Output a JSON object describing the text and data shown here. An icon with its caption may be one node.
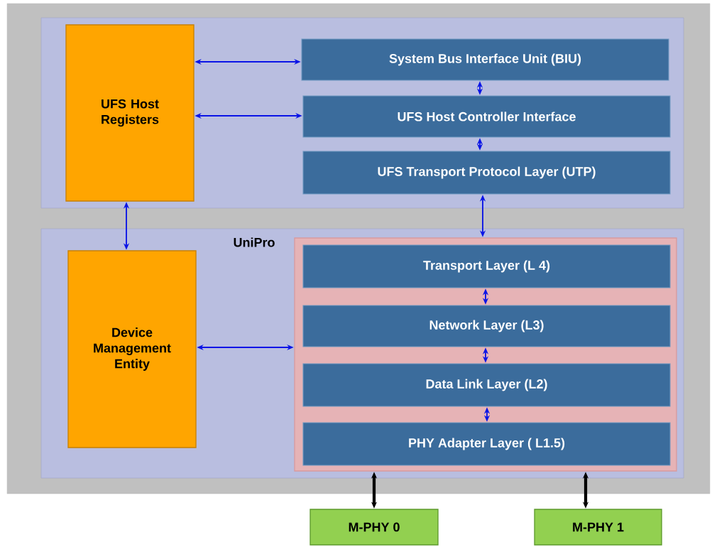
{
  "diagram": {
    "nodes": [
      {
        "text": [],
        "shape": "box"
      },
      {
        "text": [],
        "shape": "box",
        "in": 0
      },
      {
        "text": [
          "UFS Host Registers"
        ],
        "in": 1
      },
      {
        "text": [
          "System Bus Interface Unit (BIU)"
        ],
        "in": 1
      },
      {
        "text": [
          "UFS Host Controller Interface"
        ],
        "in": 1
      },
      {
        "text": [
          "UFS Transport Protocol Layer (UTP)"
        ],
        "in": 1
      },
      {
        "text": [],
        "shape": "box",
        "in": 0
      },
      {
        "text": [
          "UniPro"
        ],
        "in": 6
      },
      {
        "text": [
          "Device Management Entity"
        ],
        "in": 6
      },
      {
        "text": [
          "Transport Layer (L 4)"
        ],
        "in": 7
      },
      {
        "text": [
          "Network Layer (L3)"
        ],
        "in": 7
      },
      {
        "text": [
          "Data Link Layer (L2)"
        ],
        "in": 7
      },
      {
        "text": [
          "PHY Adapter Layer ( L1.5)"
        ],
        "in": 7
      },
      {
        "text": [
          "M-PHY 0"
        ]
      },
      {
        "text": [
          "M-PHY 1"
        ]
      }
    ],
    "edges": [
      {
        "from": 2,
        "to": 3,
        "arrow": "both"
      },
      {
        "from": 2,
        "to": 4,
        "arrow": "both"
      },
      {
        "from": 3,
        "to": 4,
        "arrow": "both"
      },
      {
        "from": 4,
        "to": 5,
        "arrow": "both"
      },
      {
        "from": 2,
        "to": 8,
        "arrow": "both"
      },
      {
        "from": 5,
        "to": 7,
        "arrow": "both"
      },
      {
        "from": 8,
        "to": 7,
        "arrow": "both"
      },
      {
        "from": 9,
        "to": 10,
        "arrow": "both"
      },
      {
        "from": 10,
        "to": 11,
        "arrow": "both"
      },
      {
        "from": 11,
        "to": 12,
        "arrow": "both"
      },
      {
        "from": 7,
        "to": 13,
        "arrow": "both",
        "style": "thick",
        "color": "#000000"
      },
      {
        "from": 7,
        "to": 14,
        "arrow": "both",
        "style": "thick",
        "color": "#000000"
      }
    ]
  }
}
